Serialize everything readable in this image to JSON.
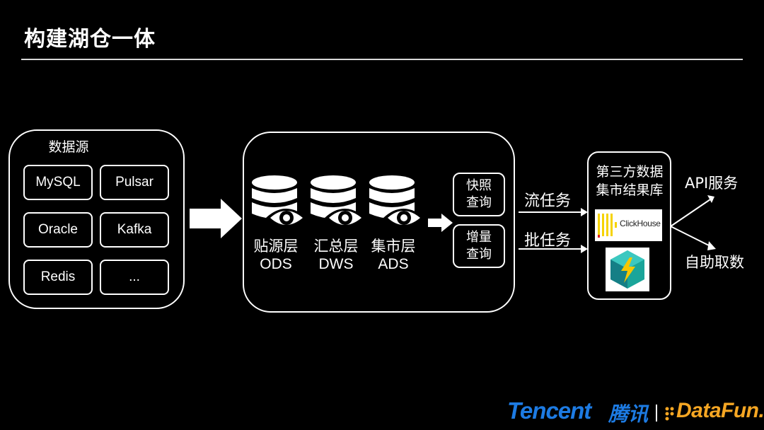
{
  "header": {
    "title": "构建湖仓一体"
  },
  "sources": {
    "title": "数据源",
    "items": [
      "MySQL",
      "Pulsar",
      "Oracle",
      "Kafka",
      "Redis",
      "..."
    ]
  },
  "warehouse": {
    "layers": [
      {
        "name": "贴源层",
        "code": "ODS"
      },
      {
        "name": "汇总层",
        "code": "DWS"
      },
      {
        "name": "集市层",
        "code": "ADS"
      }
    ],
    "queries": [
      "快照\n查询",
      "增量\n查询"
    ]
  },
  "tasks": {
    "stream": "流任务",
    "batch": "批任务"
  },
  "mart": {
    "title": "第三方数据\n集市结果库",
    "clickhouse_label": "ClickHouse"
  },
  "outputs": {
    "api": "API服务",
    "self_service": "自助取数"
  },
  "footer": {
    "brand_tencent": "Tencent",
    "brand_cn": "腾讯",
    "brand_datafun": "DataFun."
  },
  "colors": {
    "accent_blue": "#1d7be3",
    "datafun_orange": "#f5a623",
    "clickhouse_yellow": "#f6d300"
  }
}
